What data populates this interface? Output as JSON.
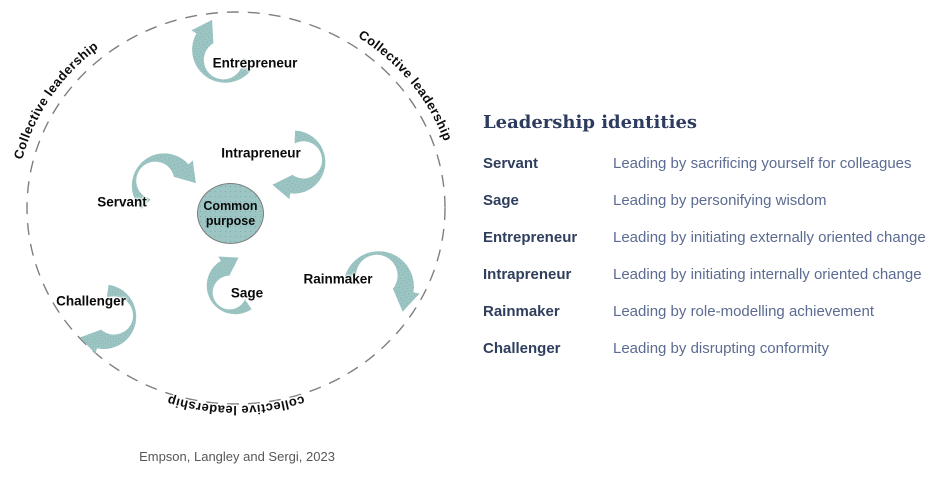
{
  "diagram": {
    "ring_label_top_left": "Collective leadership",
    "ring_label_top_right": "Collective leadership",
    "ring_label_bottom": "collective leadership",
    "center": {
      "line1": "Common",
      "line2": "purpose"
    },
    "labels": {
      "entrepreneur": "Entrepreneur",
      "intrapreneur": "Intrapreneur",
      "servant": "Servant",
      "sage": "Sage",
      "rainmaker": "Rainmaker",
      "challenger": "Challenger"
    },
    "caption": "Empson, Langley and Sergi, 2023",
    "colors": {
      "arrow_teal": "#9cc5c3",
      "arrow_dot": "#7eafad",
      "circle_border": "#7c7c7c",
      "dash_gray": "#7f7f7f",
      "label_black": "#0a0a0a"
    }
  },
  "legend": {
    "title": "Leadership identities",
    "colors": {
      "title_navy": "#2d3c5e",
      "term_navy": "#2e3e5c",
      "definition_slate": "#5b6b91"
    },
    "items": [
      {
        "term": "Servant",
        "definition": "Leading by sacrificing yourself for colleagues"
      },
      {
        "term": "Sage",
        "definition": "Leading by personifying wisdom"
      },
      {
        "term": "Entrepreneur",
        "definition": "Leading by initiating externally oriented change"
      },
      {
        "term": "Intrapreneur",
        "definition": "Leading by initiating internally oriented change"
      },
      {
        "term": "Rainmaker",
        "definition": "Leading by role-modelling achievement"
      },
      {
        "term": "Challenger",
        "definition": "Leading by disrupting conformity"
      }
    ]
  }
}
